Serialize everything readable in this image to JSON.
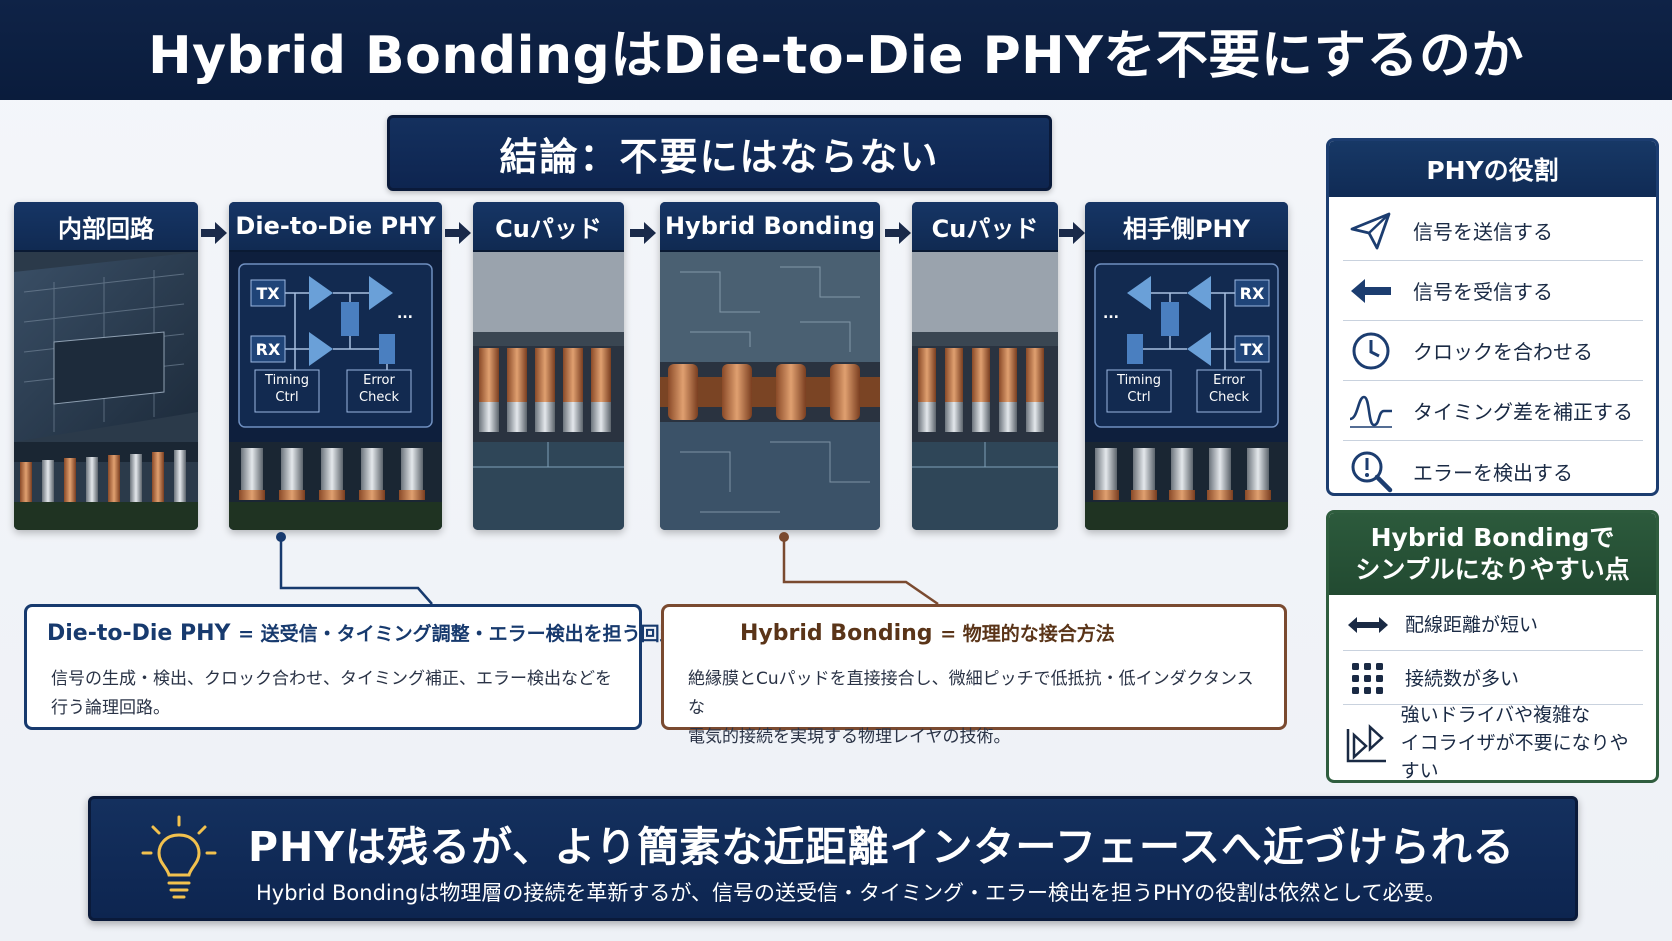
{
  "header": {
    "title": "Hybrid BondingはDie-to-Die PHYを不要にするのか"
  },
  "conclusion": {
    "text": "結論：不要にはならない"
  },
  "flow": [
    {
      "label": "内部回路"
    },
    {
      "label": "Die-to-Die PHY"
    },
    {
      "label": "Cuパッド"
    },
    {
      "label": "Hybrid Bonding"
    },
    {
      "label": "Cuパッド"
    },
    {
      "label": "相手側PHY"
    }
  ],
  "phy_block": {
    "tx": "TX",
    "rx": "RX",
    "timing_1": "Timing",
    "timing_2": "Ctrl",
    "error_1": "Error",
    "error_2": "Check",
    "ellipsis": "..."
  },
  "def_phy": {
    "title": "Die-to-Die PHY",
    "eq": "= 送受信・タイミング調整・エラー検出を担う回路",
    "line1": "信号の生成・検出、クロック合わせ、タイミング補正、エラー検出などを",
    "line2": "行う論理回路。"
  },
  "def_hb": {
    "title": "Hybrid Bonding",
    "eq": "= 物理的な接合方法",
    "line1": "絶縁膜とCuパッドを直接接合し、微細ピッチで低抵抗・低インダクタンスな",
    "line2": "電気的接続を実現する物理レイヤの技術。"
  },
  "roles": {
    "title": "PHYの役割",
    "items": [
      {
        "label": "信号を送信する",
        "icon": "send-icon"
      },
      {
        "label": "信号を受信する",
        "icon": "arrow-left-icon"
      },
      {
        "label": "クロックを合わせる",
        "icon": "clock-icon"
      },
      {
        "label": "タイミング差を補正する",
        "icon": "waveform-icon"
      },
      {
        "label": "エラーを検出する",
        "icon": "magnifier-alert-icon"
      }
    ]
  },
  "simple": {
    "title_1": "Hybrid Bondingで",
    "title_2": "シンプルになりやすい点",
    "items": [
      {
        "label_1": "配線距離が短い",
        "label_2": "",
        "icon": "double-arrow-icon"
      },
      {
        "label_1": "接続数が多い",
        "label_2": "",
        "icon": "dot-grid-icon"
      },
      {
        "label_1": "強いドライバや複雑な",
        "label_2": "イコライザが不要になりやすい",
        "icon": "equalizer-icon"
      }
    ]
  },
  "banner": {
    "title": "PHYは残るが、より簡素な近距離インターフェースへ近づけられる",
    "subtitle": "Hybrid Bondingは物理層の接続を革新するが、信号の送受信・タイミング・エラー検出を担うPHYの役割は依然として必要。"
  },
  "colors": {
    "navy": "#0f2347",
    "copper": "#c87a48",
    "green": "#2c5a3c",
    "brown_border": "#7a4a30"
  }
}
